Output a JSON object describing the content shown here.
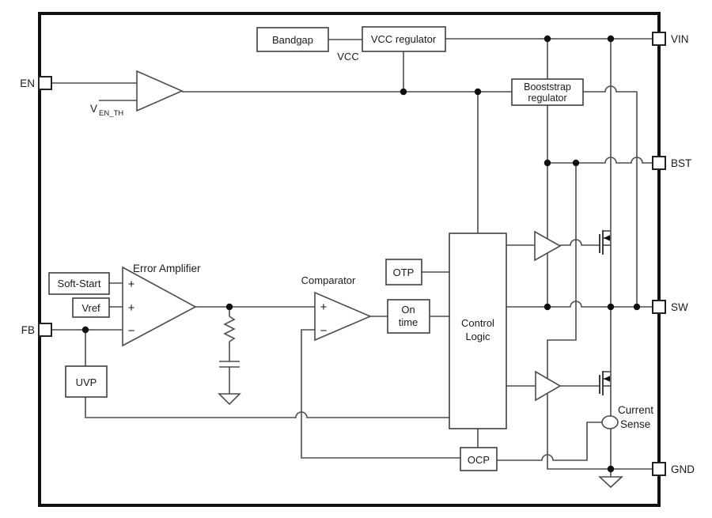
{
  "diagram": {
    "pins": {
      "en": "EN",
      "fb": "FB",
      "vin": "VIN",
      "bst": "BST",
      "sw": "SW",
      "gnd": "GND"
    },
    "blocks": {
      "bandgap": "Bandgap",
      "vcc_regulator": "VCC regulator",
      "bootstrap_line1": "Booststrap",
      "bootstrap_line2": "regulator",
      "soft_start": "Soft-Start",
      "vref": "Vref",
      "uvp": "UVP",
      "otp": "OTP",
      "on_time_line1": "On",
      "on_time_line2": "time",
      "control_logic_line1": "Control",
      "control_logic_line2": "Logic",
      "ocp": "OCP"
    },
    "labels": {
      "vcc": "VCC",
      "ven_base": "V",
      "ven_sub": "EN_TH",
      "error_amplifier": "Error Amplifier",
      "comparator": "Comparator",
      "current_sense_line1": "Current",
      "current_sense_line2": "Sense",
      "plus": "+",
      "minus": "−"
    },
    "colors": {
      "wire": "#4d4d4d",
      "outer_border": "#111111",
      "box_border": "#3f3f3f",
      "text": "#1a1a1a",
      "background": "#ffffff"
    }
  }
}
